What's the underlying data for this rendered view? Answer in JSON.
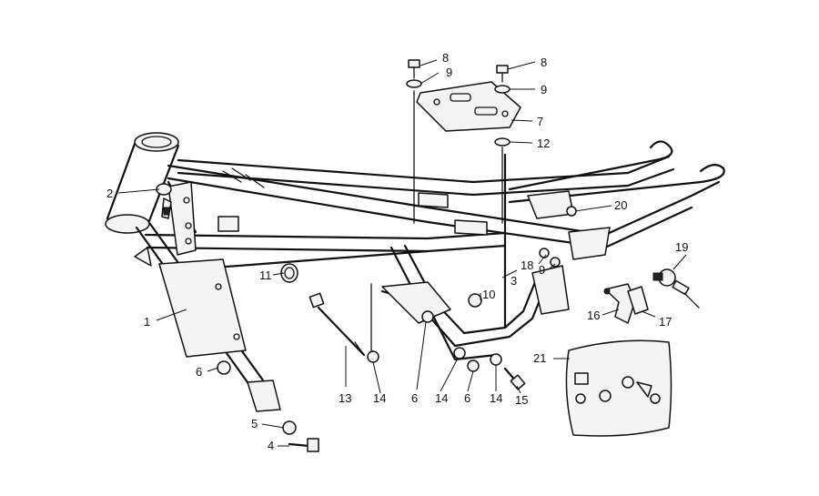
{
  "diagram": {
    "part_labels": {
      "p1": "1",
      "p2": "2",
      "p3": "3",
      "p4": "4",
      "p5": "5",
      "p6a": "6",
      "p6b": "6",
      "p6c": "6",
      "p7": "7",
      "p8a": "8",
      "p8b": "8",
      "p9a": "9",
      "p9b": "9",
      "p9c": "9",
      "p10": "10",
      "p11": "11",
      "p12": "12",
      "p13": "13",
      "p14a": "14",
      "p14b": "14",
      "p14c": "14",
      "p15": "15",
      "p16": "16",
      "p17": "17",
      "p18": "18",
      "p19": "19",
      "p20": "20",
      "p21": "21"
    }
  }
}
